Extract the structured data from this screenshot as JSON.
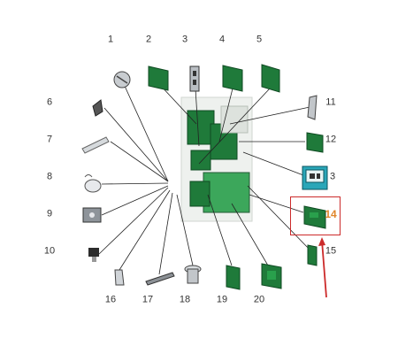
{
  "diagram": {
    "callouts": [
      {
        "id": "1",
        "label": "1"
      },
      {
        "id": "2",
        "label": "2"
      },
      {
        "id": "3",
        "label": "3"
      },
      {
        "id": "4",
        "label": "4"
      },
      {
        "id": "5",
        "label": "5"
      },
      {
        "id": "6",
        "label": "6"
      },
      {
        "id": "7",
        "label": "7"
      },
      {
        "id": "8",
        "label": "8"
      },
      {
        "id": "9",
        "label": "9"
      },
      {
        "id": "10",
        "label": "10"
      },
      {
        "id": "11",
        "label": "11"
      },
      {
        "id": "12",
        "label": "12"
      },
      {
        "id": "13",
        "label": "3"
      },
      {
        "id": "14",
        "label": "14"
      },
      {
        "id": "15",
        "label": "15"
      },
      {
        "id": "16",
        "label": "16"
      },
      {
        "id": "17",
        "label": "17"
      },
      {
        "id": "18",
        "label": "18"
      },
      {
        "id": "19",
        "label": "19"
      },
      {
        "id": "20",
        "label": "20"
      }
    ],
    "highlighted_callout": "14",
    "colors": {
      "board_green": "#1f7a3a",
      "board_dark": "#0f4a22",
      "metal_gray": "#9aa0a6",
      "highlight_box": "#cc2b2b",
      "highlight_text": "#e0852a",
      "arrow": "#cc2b2b",
      "leader_line": "#222222"
    }
  }
}
